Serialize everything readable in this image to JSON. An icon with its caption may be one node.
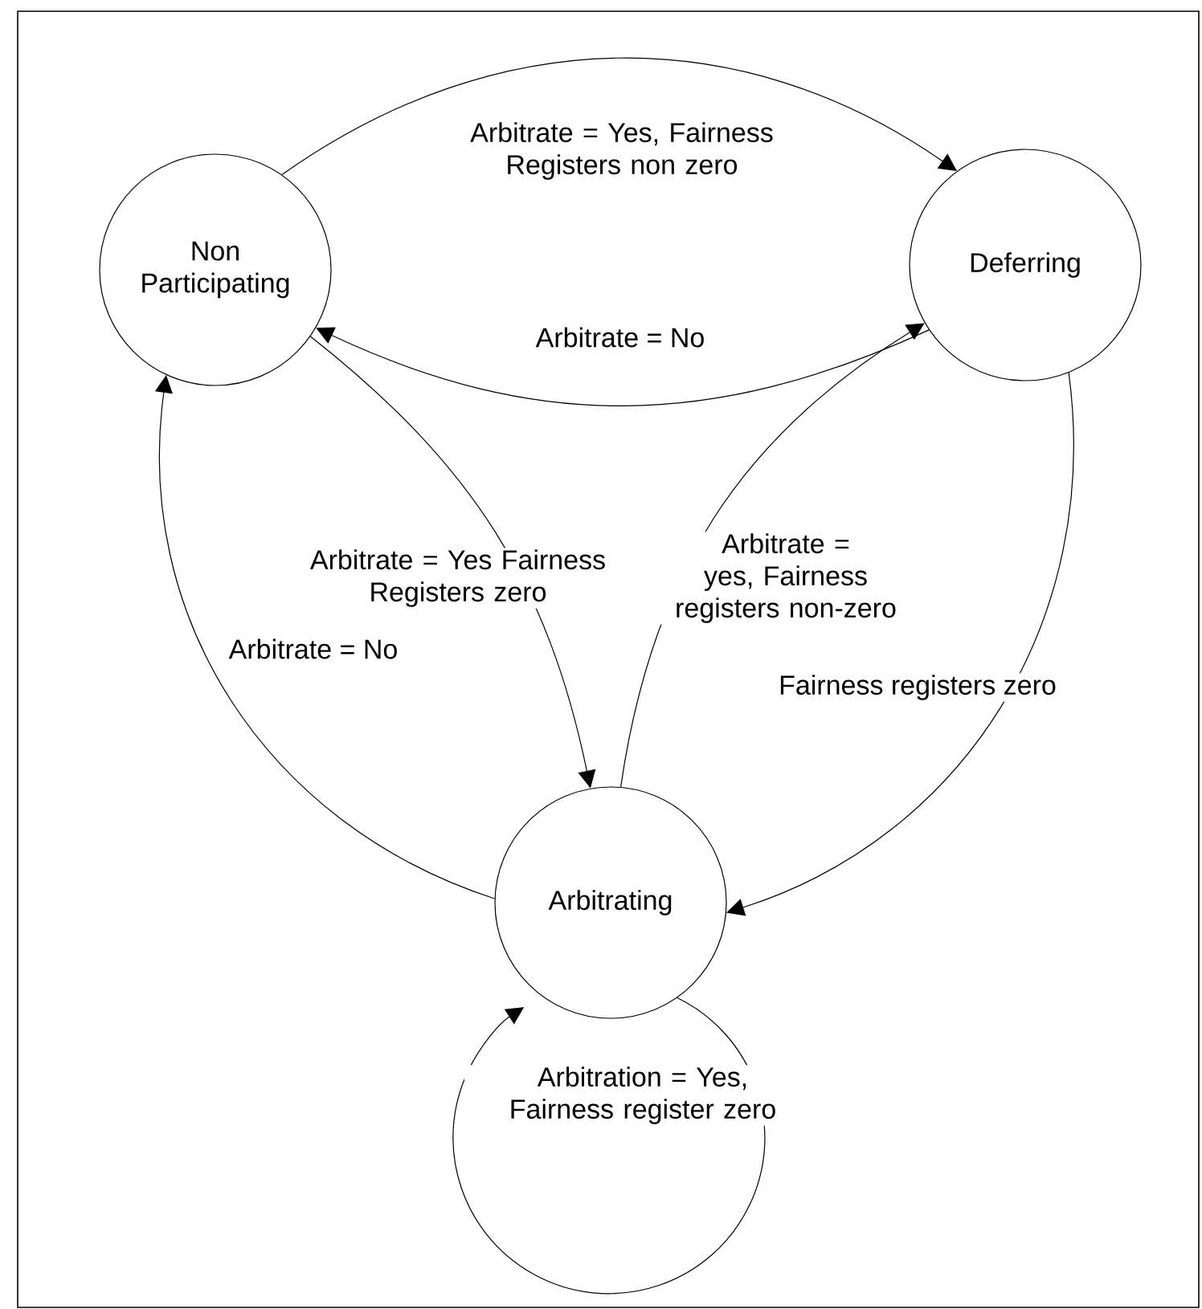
{
  "diagram": {
    "nodes": [
      {
        "text": [
          "Non Participating"
        ]
      },
      {
        "text": [
          "Deferring"
        ]
      },
      {
        "text": [
          "Arbitrating"
        ]
      }
    ],
    "edges": [
      {
        "from": 0,
        "to": 1,
        "arrow": "to",
        "label": "Arbitrate = Yes, Fairness Registers non zero"
      },
      {
        "from": 1,
        "to": 0,
        "arrow": "to",
        "label": "Arbitrate = No"
      },
      {
        "from": 0,
        "to": 2,
        "arrow": "to",
        "label": "Arbitrate = Yes Fairness Registers zero"
      },
      {
        "from": 2,
        "to": 1,
        "arrow": "to",
        "label": "Arbitrate = yes, Fairness registers non-zero"
      },
      {
        "from": 2,
        "to": 0,
        "arrow": "to",
        "label": "Arbitrate = No"
      },
      {
        "from": 1,
        "to": 2,
        "arrow": "to",
        "label": "Fairness registers zero"
      },
      {
        "from": 2,
        "to": 2,
        "arrow": "to",
        "label": "Arbitration = Yes, Fairness register zero"
      }
    ]
  }
}
